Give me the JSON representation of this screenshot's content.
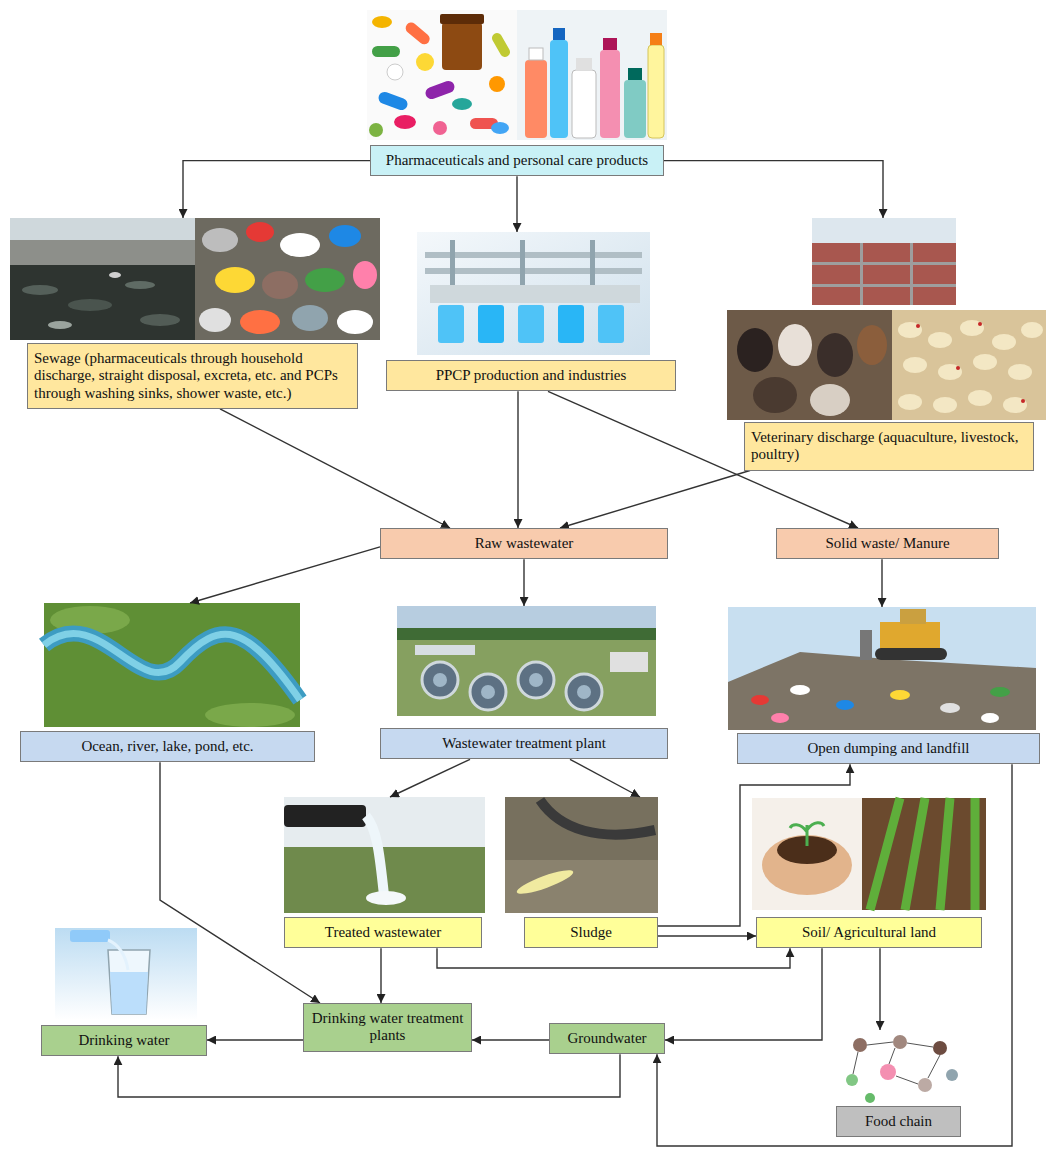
{
  "diagram": {
    "nodes": [
      {
        "text": [
          "Pharmaceuticals and personal care products"
        ]
      },
      {
        "text": [
          "Sewage (pharmaceuticals through household discharge, straight disposal, excreta, etc. and PCPs through washing sinks, shower waste, etc.)"
        ]
      },
      {
        "text": [
          "PPCP production and industries"
        ]
      },
      {
        "text": [
          "Veterinary discharge (aquaculture, livestock, poultry)"
        ]
      },
      {
        "text": [
          "Raw wastewater"
        ]
      },
      {
        "text": [
          "Solid waste/ Manure"
        ]
      },
      {
        "text": [
          "Ocean, river, lake, pond, etc."
        ]
      },
      {
        "text": [
          "Wastewater treatment plant"
        ]
      },
      {
        "text": [
          "Open dumping and landfill"
        ]
      },
      {
        "text": [
          "Treated wastewater"
        ]
      },
      {
        "text": [
          "Sludge"
        ]
      },
      {
        "text": [
          "Soil/ Agricultural land"
        ]
      },
      {
        "text": [
          "Drinking water"
        ]
      },
      {
        "text": [
          "Drinking water treatment plants"
        ]
      },
      {
        "text": [
          "Groundwater"
        ]
      },
      {
        "text": [
          "Food chain"
        ]
      }
    ],
    "edges": [
      {
        "from": 0,
        "to": 1,
        "arrow": "to"
      },
      {
        "from": 0,
        "to": 2,
        "arrow": "to"
      },
      {
        "from": 0,
        "to": 3,
        "arrow": "to"
      },
      {
        "from": 1,
        "to": 4,
        "arrow": "to"
      },
      {
        "from": 2,
        "to": 4,
        "arrow": "to"
      },
      {
        "from": 3,
        "to": 4,
        "arrow": "to"
      },
      {
        "from": 2,
        "to": 5,
        "arrow": "to"
      },
      {
        "from": 4,
        "to": 6,
        "arrow": "to"
      },
      {
        "from": 4,
        "to": 7,
        "arrow": "to"
      },
      {
        "from": 5,
        "to": 8,
        "arrow": "to"
      },
      {
        "from": 7,
        "to": 9,
        "arrow": "to"
      },
      {
        "from": 7,
        "to": 10,
        "arrow": "to"
      },
      {
        "from": 9,
        "to": 13,
        "arrow": "to"
      },
      {
        "from": 9,
        "to": 11,
        "arrow": "to"
      },
      {
        "from": 10,
        "to": 8,
        "arrow": "to"
      },
      {
        "from": 10,
        "to": 11,
        "arrow": "to"
      },
      {
        "from": 11,
        "to": 15,
        "arrow": "to"
      },
      {
        "from": 11,
        "to": 14,
        "arrow": "to"
      },
      {
        "from": 14,
        "to": 13,
        "arrow": "to"
      },
      {
        "from": 13,
        "to": 12,
        "arrow": "to"
      },
      {
        "from": 14,
        "to": 12,
        "arrow": "to"
      },
      {
        "from": 6,
        "to": 13,
        "arrow": "to"
      },
      {
        "from": 8,
        "to": 14,
        "arrow": "to"
      }
    ]
  }
}
